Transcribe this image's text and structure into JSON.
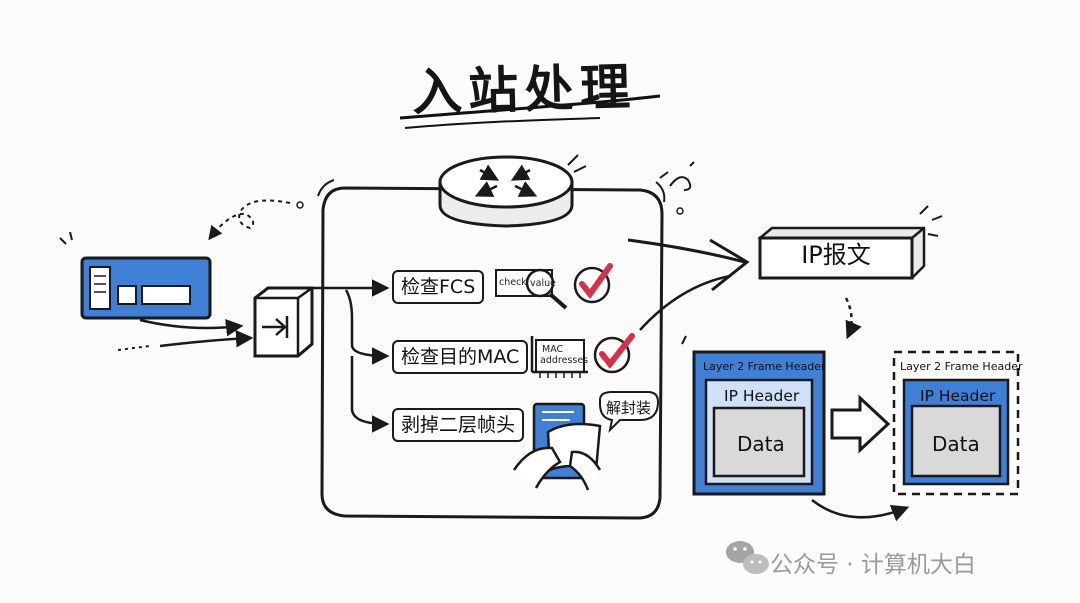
{
  "title": "入站处理",
  "steps": [
    {
      "label": "检查FCS",
      "note": [
        "check",
        "value"
      ]
    },
    {
      "label": "检查目的MAC",
      "note": [
        "MAC",
        "addresses"
      ]
    },
    {
      "label": "剥掉二层帧头",
      "note": [
        "解封装"
      ]
    }
  ],
  "output": {
    "label": "IP报文"
  },
  "frame_before": {
    "frame_header": "Layer 2 Frame Header",
    "ip_header": "IP Header",
    "data": "Data"
  },
  "frame_after": {
    "frame_header": "Layer 2 Frame Header",
    "ip_header": "IP Header",
    "data": "Data"
  },
  "watermark": "公众号 · 计算机大白",
  "colors": {
    "ink": "#1a1a1a",
    "blue": "#3f7fd6",
    "light_blue": "#cfe0f7",
    "check_red": "#d9304a",
    "grey": "#d9d9d9"
  },
  "icons": [
    "router-icon",
    "nic-card-icon",
    "port-plug-icon",
    "magnifier-icon",
    "checkmark-icon",
    "circuit-card-icon",
    "unwrap-hands-icon",
    "wechat-icon"
  ]
}
